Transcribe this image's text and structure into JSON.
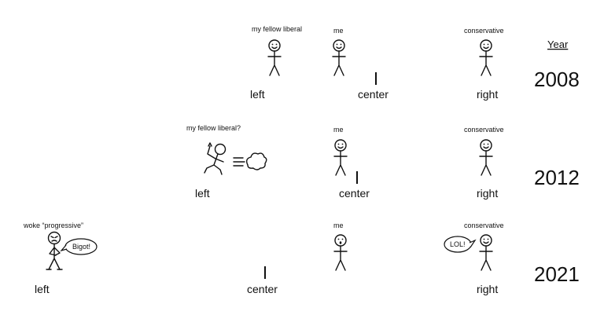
{
  "year_header": "Year",
  "rows": [
    {
      "year": "2008",
      "axis": {
        "left": "left",
        "center": "center",
        "right": "right"
      },
      "figures": [
        {
          "label": "my fellow liberal",
          "face": "smile"
        },
        {
          "label": "me",
          "face": "smile"
        },
        {
          "label": "conservative",
          "face": "smile"
        }
      ]
    },
    {
      "year": "2012",
      "axis": {
        "left": "left",
        "center": "center",
        "right": "right"
      },
      "figures": [
        {
          "label": "my fellow liberal?",
          "face": "running"
        },
        {
          "label": "me",
          "face": "smile"
        },
        {
          "label": "conservative",
          "face": "smile"
        }
      ]
    },
    {
      "year": "2021",
      "axis": {
        "left": "left",
        "center": "center",
        "right": "right"
      },
      "figures": [
        {
          "label": "woke “progressive”",
          "face": "angry",
          "bubble": "Bigot!"
        },
        {
          "label": "me",
          "face": "shocked"
        },
        {
          "label": "conservative",
          "face": "smile",
          "bubble": "LOL!"
        }
      ]
    }
  ],
  "colors": {
    "left": "#4a78c8",
    "center": "#6a4a7a",
    "right": "#d25a4a"
  }
}
